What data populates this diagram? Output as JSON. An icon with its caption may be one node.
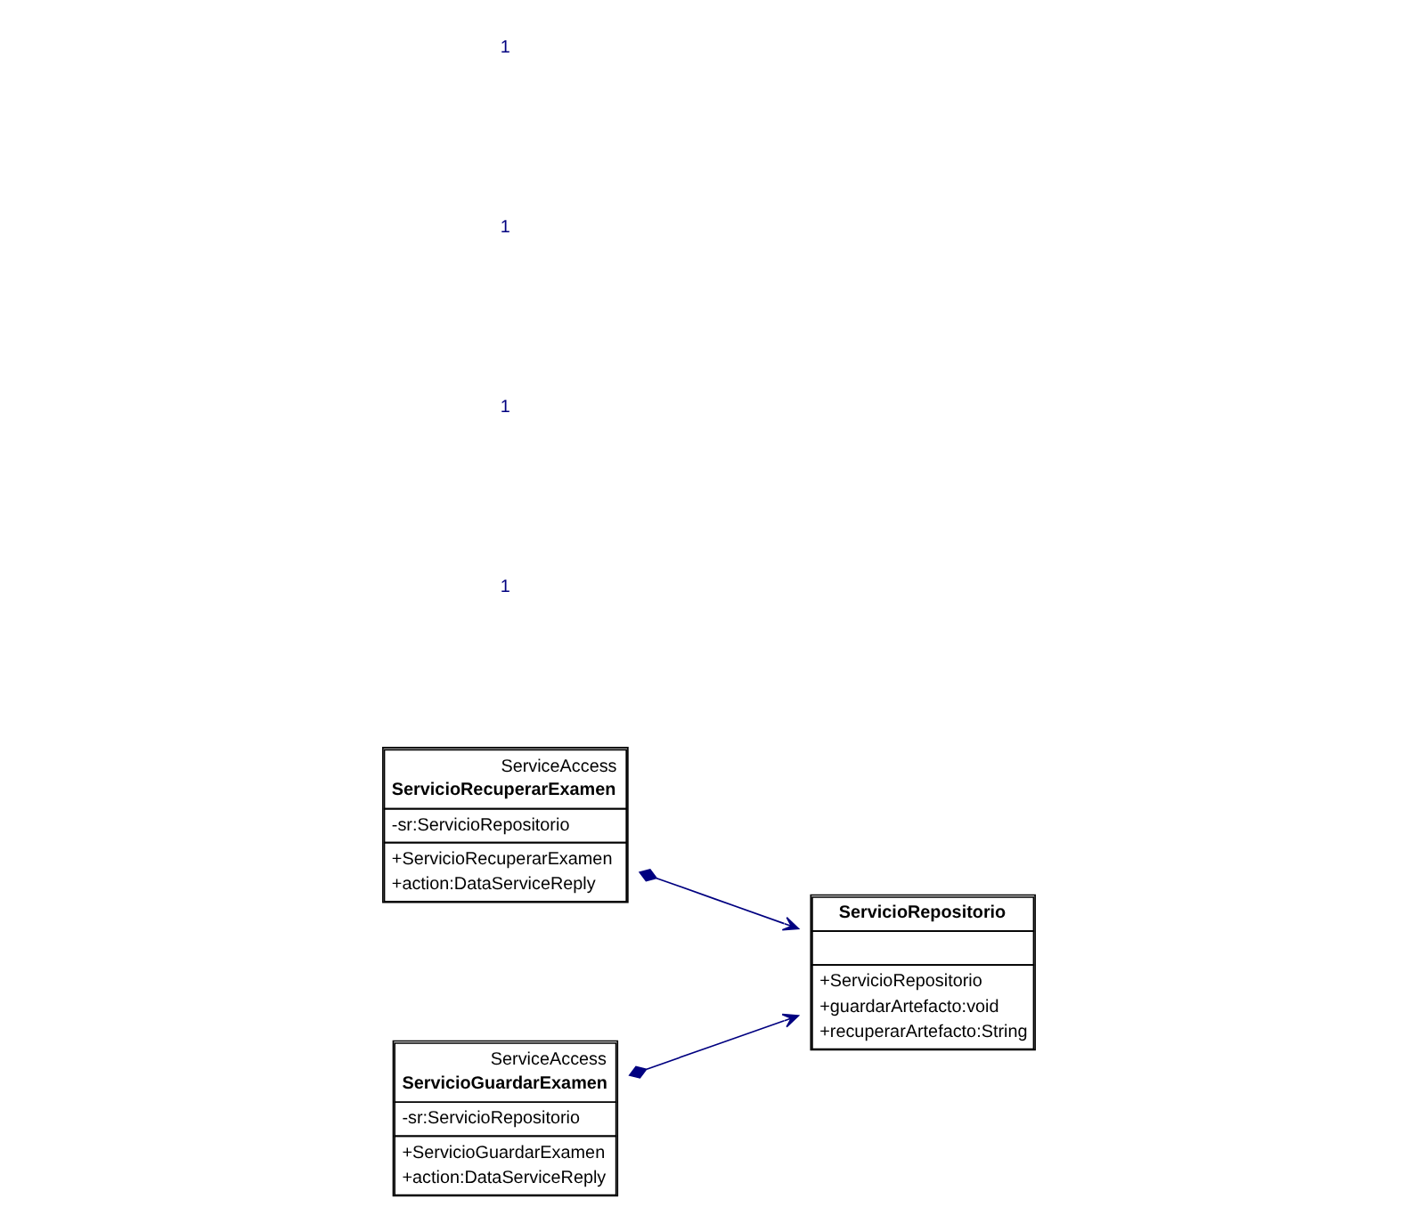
{
  "diagram": {
    "nodes": [
      {
        "text": [
          "ServiceAccess",
          "ServicioRecuperarExamen",
          "-sr:ServicioRepositorio",
          "+ServicioRecuperarExamen",
          "+action:DataServiceReply"
        ]
      },
      {
        "text": [
          "ServicioRepositorio",
          "+ServicioRepositorio",
          "+guardarArtefacto:void",
          "+recuperarArtefacto:String"
        ]
      },
      {
        "text": [
          "ServiceAccess",
          "ServicioGuardarExamen",
          "-sr:ServicioRepositorio",
          "+ServicioGuardarExamen",
          "+action:DataServiceReply"
        ]
      }
    ],
    "edges": [
      {
        "from": 0,
        "to": 1,
        "arrow": "to",
        "color": "#000080"
      },
      {
        "from": 2,
        "to": 1,
        "arrow": "to",
        "color": "#000080"
      }
    ],
    "labels": [
      "1",
      "1",
      "1",
      "1"
    ]
  }
}
